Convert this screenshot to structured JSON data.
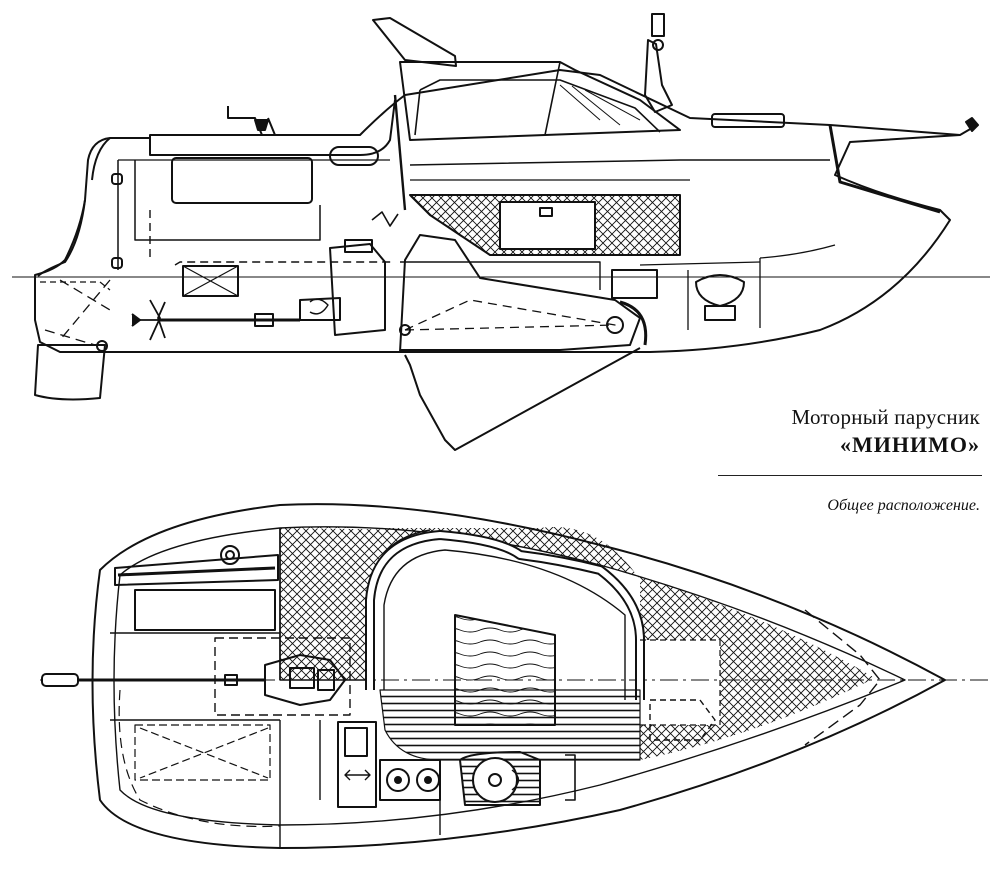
{
  "caption": {
    "title_line1": "Моторный парусник",
    "title_line2": "«МИНИМО»",
    "subtitle": "Общее расположение."
  },
  "colors": {
    "ink": "#111111",
    "paper": "#ffffff"
  }
}
